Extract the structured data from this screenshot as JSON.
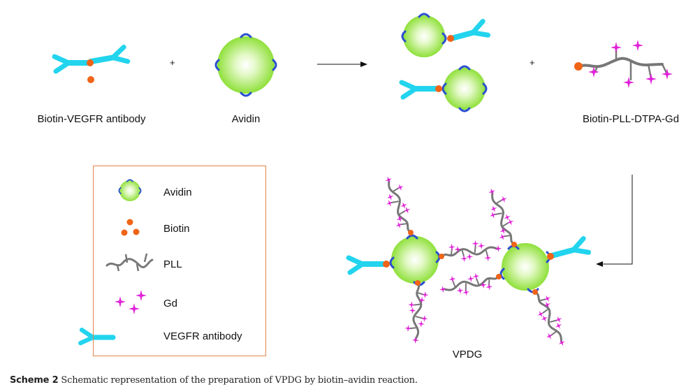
{
  "labels": {
    "biotin_vegfr_antibody": "Biotin-VEGFR antibody",
    "avidin": "Avidin",
    "biotin_pll_dtpa_gd": "Biotin-PLL-DTPA-Gd",
    "vpdg": "VPDG",
    "plus": "+"
  },
  "legend": {
    "items": [
      {
        "label": "Avidin"
      },
      {
        "label": "Biotin"
      },
      {
        "label": "PLL"
      },
      {
        "label": "Gd"
      },
      {
        "label": "VEGFR antibody"
      }
    ]
  },
  "caption": {
    "prefix": "Scheme 2",
    "text": "Schematic representation of the preparation of VPDG by biotin–avidin reaction."
  },
  "colors": {
    "avidin": "#8fe03a",
    "biotin": "#f06418",
    "antibody": "#22d4ee",
    "gd": "#e020d8",
    "pll": "#777777",
    "cap": "#2a4fd0",
    "legend_border": "#e3834a"
  }
}
